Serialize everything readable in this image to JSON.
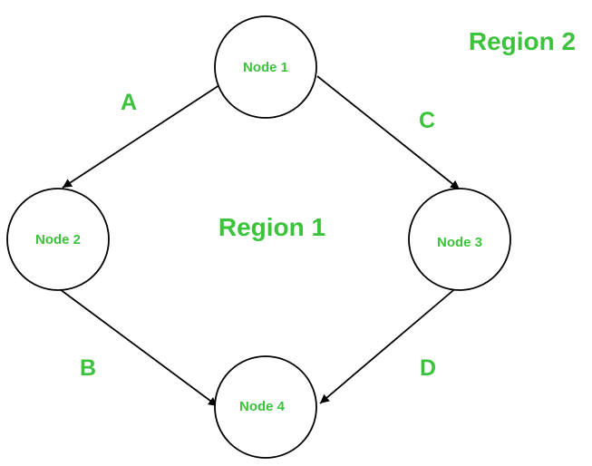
{
  "colors": {
    "label": "#3cc33c",
    "stroke": "#000000",
    "background": "#ffffff"
  },
  "regions": {
    "outer": "Region 2",
    "inner": "Region 1"
  },
  "nodes": [
    {
      "id": "n1",
      "label": "Node 1"
    },
    {
      "id": "n2",
      "label": "Node 2"
    },
    {
      "id": "n3",
      "label": "Node 3"
    },
    {
      "id": "n4",
      "label": "Node 4"
    }
  ],
  "edges": [
    {
      "id": "A",
      "label": "A",
      "from": "Node 1",
      "to": "Node 2"
    },
    {
      "id": "B",
      "label": "B",
      "from": "Node 2",
      "to": "Node 4"
    },
    {
      "id": "C",
      "label": "C",
      "from": "Node 1",
      "to": "Node 3"
    },
    {
      "id": "D",
      "label": "D",
      "from": "Node 3",
      "to": "Node 4"
    }
  ]
}
